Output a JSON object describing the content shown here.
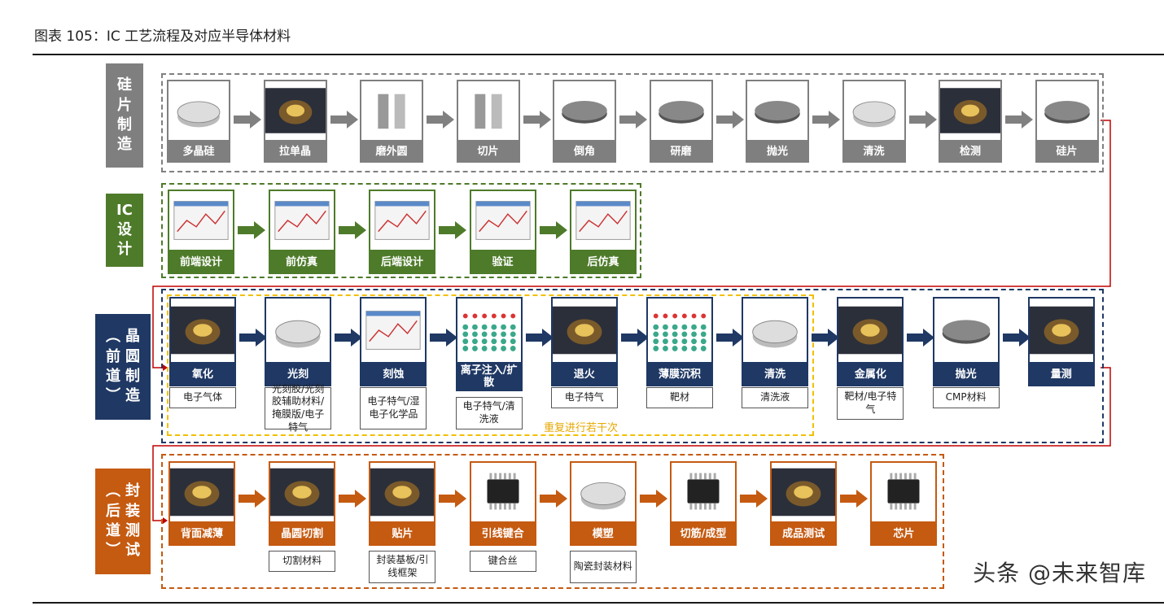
{
  "title": "图表 105：IC 工艺流程及对应半导体材料",
  "watermark": "头条 @未来智库",
  "repeat_note": "重复进行若干次",
  "colors": {
    "gray": "#7f7f7f",
    "green": "#4e7b2a",
    "navy": "#1f3864",
    "orange": "#c55a11",
    "red": "#c00000",
    "yellow": "#f2bf00"
  },
  "stages": [
    {
      "label": "硅\n片\n制\n造"
    },
    {
      "label": "IC\n设\n计"
    },
    {
      "label": "晶\n圆\n制\n造"
    },
    {
      "label": "封\n装\n测\n试"
    }
  ],
  "stage_paren": {
    "front": "（前道）",
    "back": "（后道）"
  },
  "wafer_steps": [
    "多晶硅",
    "拉单晶",
    "磨外圆",
    "切片",
    "倒角",
    "研磨",
    "抛光",
    "清洗",
    "检测",
    "硅片"
  ],
  "design_steps": [
    "前端设计",
    "前仿真",
    "后端设计",
    "验证",
    "后仿真"
  ],
  "fab_steps": [
    {
      "label": "氧化",
      "material": "电子气体"
    },
    {
      "label": "光刻",
      "material": "光刻胶/光刻胶辅助材料/掩膜版/电子特气"
    },
    {
      "label": "刻蚀",
      "material": "电子特气/湿电子化学品"
    },
    {
      "label": "离子注入/扩散",
      "material": "电子特气/清洗液"
    },
    {
      "label": "退火",
      "material": "电子特气"
    },
    {
      "label": "薄膜沉积",
      "material": "靶材"
    },
    {
      "label": "清洗",
      "material": "清洗液"
    },
    {
      "label": "金属化",
      "material": "靶材/电子特气"
    },
    {
      "label": "抛光",
      "material": "CMP材料"
    },
    {
      "label": "量测",
      "material": ""
    }
  ],
  "pkg_steps": [
    {
      "label": "背面减薄",
      "material": ""
    },
    {
      "label": "晶圆切割",
      "material": "切割材料"
    },
    {
      "label": "贴片",
      "material": "封装基板/引线框架"
    },
    {
      "label": "引线键合",
      "material": "键合丝"
    },
    {
      "label": "模塑",
      "material": "陶瓷封装材料"
    },
    {
      "label": "切筋/成型",
      "material": ""
    },
    {
      "label": "成品测试",
      "material": ""
    },
    {
      "label": "芯片",
      "material": ""
    }
  ]
}
